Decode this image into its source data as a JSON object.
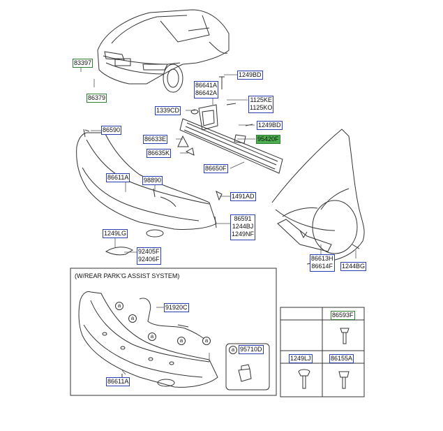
{
  "diagram": {
    "section_title": "(W/REAR PARK'G ASSIST SYSTEM)",
    "callout_letter": "a",
    "parts": {
      "p83397": "83397",
      "p86379": "86379",
      "p1249BD_top": "1249BD",
      "p86641A": "86641A",
      "p86642A": "86642A",
      "p1125KE": "1125KE",
      "p1125KO": "1125KO",
      "p1339CD": "1339CD",
      "p1249BD_mid": "1249BD",
      "p86590": "86590",
      "p86633E": "86633E",
      "p95420F": "95420F",
      "p86635K": "86635K",
      "p86650F": "86650F",
      "p86611A_top": "86611A",
      "p98890": "98890",
      "p1491AD": "1491AD",
      "p86591": "86591",
      "p1244BJ": "1244BJ",
      "p1249NF": "1249NF",
      "p1249LG": "1249LG",
      "p92405F": "92405F",
      "p92406F": "92406F",
      "p86613H": "86613H",
      "p86614F": "86614F",
      "p1244BG": "1244BG",
      "p91920C": "91920C",
      "p95710D": "95710D",
      "p86611A_bot": "86611A",
      "p86593F": "86593F",
      "p1249LJ": "1249LJ",
      "p86155A": "86155A"
    }
  }
}
